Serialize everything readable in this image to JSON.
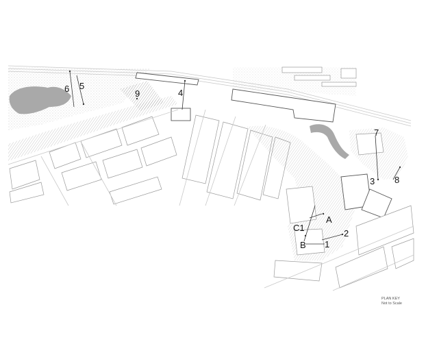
{
  "plan": {
    "key_title": "PLAN KEY",
    "key_scale": "Not to Scale"
  },
  "labels": {
    "n1": "1",
    "n2": "2",
    "n3": "3",
    "n4": "4",
    "n5": "5",
    "n6": "6",
    "n7": "7",
    "n8": "8",
    "n9": "9",
    "a": "A",
    "b": "B",
    "c1": "C1"
  },
  "colors": {
    "water": "#a9a9a9",
    "stipple": "#d6d6d6",
    "hatch": "#9c9c9c",
    "building_line": "#9a9a9a"
  }
}
